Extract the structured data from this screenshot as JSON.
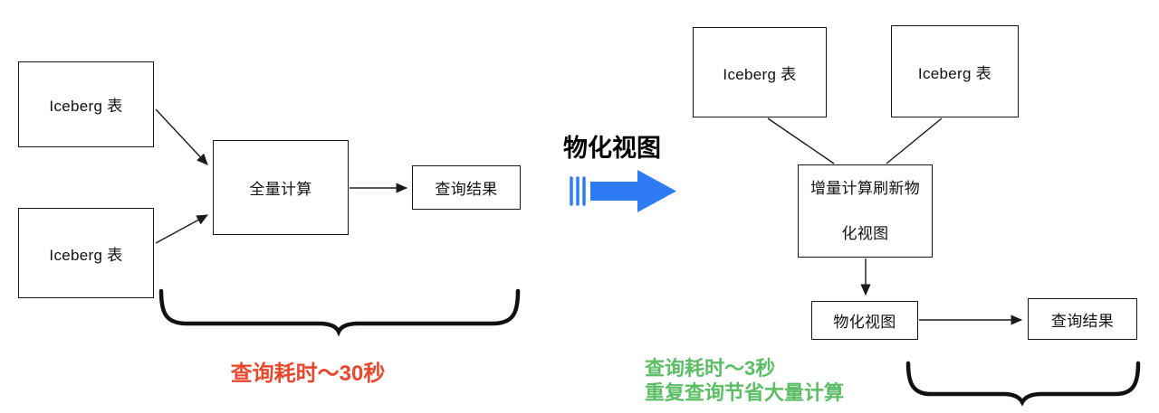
{
  "colors": {
    "line_black": "#1a1a1a",
    "arrow_blue": "#2F7BF3",
    "caption_red": "#E7492F",
    "caption_green": "#5CBD66"
  },
  "left_diagram": {
    "iceberg_box_1": "Iceberg 表",
    "iceberg_box_2": "Iceberg 表",
    "compute_box": "全量计算",
    "result_box": "查询结果",
    "caption": "查询耗时～30秒"
  },
  "transition": {
    "label": "物化视图"
  },
  "right_diagram": {
    "iceberg_box_1": "Iceberg 表",
    "iceberg_box_2": "Iceberg 表",
    "incremental_box_line1": "增量计算刷新物",
    "incremental_box_line2": "化视图",
    "mv_box": "物化视图",
    "result_box": "查询结果",
    "caption_line1": "查询耗时～3秒",
    "caption_line2": "重复查询节省大量计算"
  }
}
